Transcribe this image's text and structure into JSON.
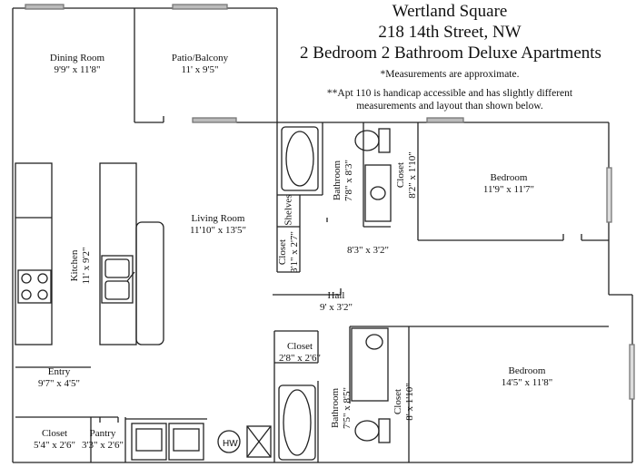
{
  "header": {
    "name": "Wertland Square",
    "address": "218 14th Street, NW",
    "type": "2 Bedroom 2 Bathroom Deluxe Apartments",
    "note_measure": "*Measurements are approximate.",
    "note_apt": "**Apt 110 is handicap accessible and has slightly different measurements and layout than shown below."
  },
  "rooms": {
    "dining": {
      "name": "Dining Room",
      "size": "9'9\" x 11'8\""
    },
    "patio": {
      "name": "Patio/Balcony",
      "size": "11' x 9'5\""
    },
    "living": {
      "name": "Living Room",
      "size": "11'10\" x 13'5\""
    },
    "kitchen": {
      "name": "Kitchen",
      "size": "11' x 9'2\""
    },
    "bath1": {
      "name": "Bathroom",
      "size": "7'8\" x 8'3\""
    },
    "closet_bath1": {
      "name": "Closet",
      "size": "8'2\" x 1'10\""
    },
    "shelves": {
      "name": "Shelves"
    },
    "closet_hall": {
      "name": "Closet",
      "size": "3'1\" x 2'7\""
    },
    "corridor": {
      "size": "8'3\" x 3'2\""
    },
    "bedroom1": {
      "name": "Bedroom",
      "size": "11'9\" x 11'7\""
    },
    "hall": {
      "name": "Hall",
      "size": "9' x 3'2\""
    },
    "closet_mid": {
      "name": "Closet",
      "size": "2'8\" x 2'6\""
    },
    "entry": {
      "name": "Entry",
      "size": "9'7\" x 4'5\""
    },
    "bedroom2": {
      "name": "Bedroom",
      "size": "14'5\" x 11'8\""
    },
    "bath2": {
      "name": "Bathroom",
      "size": "7'5\" x 8'5\""
    },
    "closet_bath2": {
      "name": "Closet",
      "size": "8' x 1'10\""
    },
    "closet_entry": {
      "name": "Closet",
      "size": "5'4\" x 2'6\""
    },
    "pantry": {
      "name": "Pantry",
      "size": "3'3\" x 2'6\""
    },
    "hw": {
      "name": "HW"
    }
  }
}
